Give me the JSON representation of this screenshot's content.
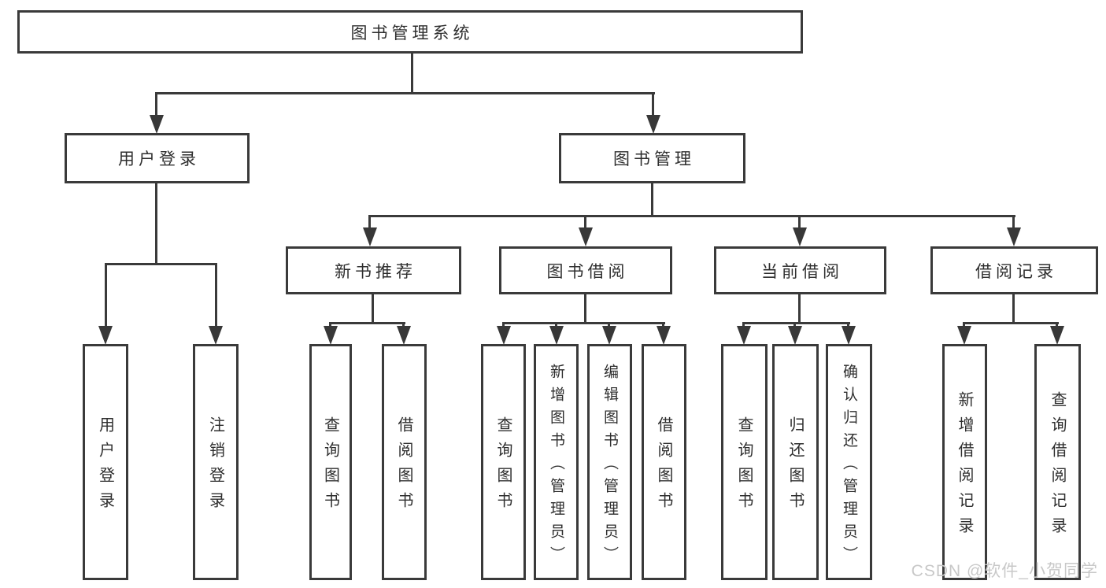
{
  "diagram": {
    "title_node_note": "functional structure tree",
    "root": {
      "label": "图书管理系统"
    },
    "branches": [
      {
        "label": "用户登录",
        "children": [
          {
            "label": "用户登录"
          },
          {
            "label": "注销登录"
          }
        ]
      },
      {
        "label": "图书管理",
        "children": [
          {
            "label": "新书推荐",
            "children": [
              {
                "label": "查询图书"
              },
              {
                "label": "借阅图书"
              }
            ]
          },
          {
            "label": "图书借阅",
            "children": [
              {
                "label": "查询图书"
              },
              {
                "label": "新增图书（管理员）"
              },
              {
                "label": "编辑图书（管理员）"
              },
              {
                "label": "借阅图书"
              }
            ]
          },
          {
            "label": "当前借阅",
            "children": [
              {
                "label": "查询图书"
              },
              {
                "label": "归还图书"
              },
              {
                "label": "确认归还（管理员）"
              }
            ]
          },
          {
            "label": "借阅记录",
            "children": [
              {
                "label": "新增借阅记录"
              },
              {
                "label": "查询借阅记录"
              }
            ]
          }
        ]
      }
    ]
  },
  "watermark": {
    "text": "CSDN @软件_小贺同学"
  },
  "colors": {
    "background": "#ffffff",
    "box_border": "#3a3a3a",
    "line": "#3a3a3a",
    "text": "#2e2e2e",
    "watermark": "#c8c8c8"
  }
}
